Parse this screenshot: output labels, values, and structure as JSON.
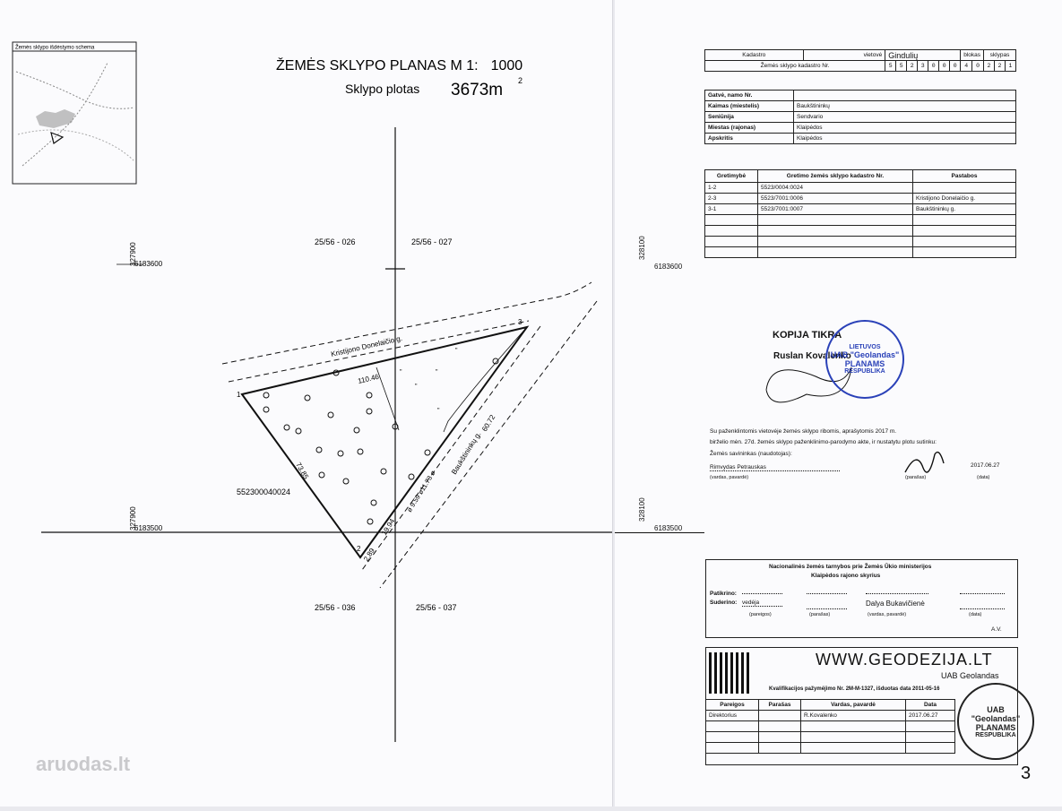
{
  "plan": {
    "title": "ŽEMĖS SKLYPO PLANAS M 1:",
    "scale": "1000",
    "area_label": "Sklypo plotas",
    "area_value": "3673m",
    "area_sup": "2",
    "location_scheme_title": "Žemės sklypo išdėstymo schema",
    "block_labels": [
      "25/56 - 026",
      "25/56 - 027",
      "25/56 - 036",
      "25/56 - 037"
    ],
    "coords": {
      "x_top_left": "6183600",
      "x_top_right": "6183600",
      "x_bottom_left": "6183500",
      "x_bottom_right": "6183500",
      "y_left_top": "327900",
      "y_left_bottom": "327900",
      "y_right_top": "328100",
      "y_right_bottom": "328100"
    },
    "street_1": "Kristijono Donelaičio g.",
    "street_2": "Baukštininkų g.",
    "neighbor_parcel": "552300040024",
    "distances": [
      "110.46",
      "60.72",
      "73.85",
      "19.94",
      "2.89",
      "ø 9.59 ø11.73 ø"
    ],
    "points": [
      "1",
      "2",
      "3"
    ],
    "watermark": "aruodas.lt"
  },
  "header_table": {
    "kadastro_label": "Kadastro",
    "vietove_label": "vietovė",
    "vietove_value": "Gindulių",
    "blokas_label": "blokas",
    "sklypas_label": "sklypas",
    "kad_nr_label": "Žemės sklypo kadastro Nr.",
    "kad_digits": [
      "5",
      "5",
      "2",
      "3",
      "0",
      "0",
      "0",
      "4",
      "0",
      "2",
      "2",
      "1"
    ]
  },
  "address_table": {
    "rows": [
      {
        "label": "Gatvė, namo Nr.",
        "value": ""
      },
      {
        "label": "Kaimas (miestelis)",
        "value": "Baukštininkų"
      },
      {
        "label": "Seniūnija",
        "value": "Sendvario"
      },
      {
        "label": "Miestas (rajonas)",
        "value": "Klaipėdos"
      },
      {
        "label": "Apskritis",
        "value": "Klaipėdos"
      }
    ]
  },
  "neighbors_table": {
    "headers": [
      "Gretimybė",
      "Gretimo žemės sklypo kadastro Nr.",
      "Pastabos"
    ],
    "rows": [
      [
        "1-2",
        "5523/0004:0024",
        ""
      ],
      [
        "2-3",
        "5523/7001:0006",
        "Kristijono Donelaičio g."
      ],
      [
        "3-1",
        "5523/7001:0007",
        "Baukštininkų g."
      ]
    ]
  },
  "certification": {
    "copy_text": "KOPIJA TIKRA",
    "name": "Ruslan Kovalenko",
    "stamp_top": "LIETUVOS",
    "stamp_middle": "UAB \"Geolandas\"",
    "stamp_line3": "PLANAMS",
    "stamp_bottom": "RESPUBLIKA"
  },
  "owner_block": {
    "line1": "Su paženklintomis vietovėje žemės sklypo ribomis, aprašytomis 2017 m.",
    "line2": "birželio mėn. 27d. žemės sklypo paženklinimo-parodymo akte, ir nustatytu plotu sutinku:",
    "line3": "Žemės savininkas (naudotojas):",
    "owner_name": "Rimvydas Petrauskas",
    "owner_caption": "(vardas, pavardė)",
    "sign_caption": "(parašas)",
    "date": "2017.06.27",
    "date_caption": "(data)"
  },
  "nzt_block": {
    "title1": "Nacionalinės žemės tarnybos prie Žemės Ūkio ministerijos",
    "title2": "Klaipėdos rajono skyrius",
    "patikrino": "Patikrino:",
    "suderino": "Suderino:",
    "role": "vedėja",
    "person": "Dalya Bukavičienė",
    "captions": [
      "(pareigos)",
      "(parašas)",
      "(vardas, pavardė)",
      "(data)"
    ],
    "av": "A.V."
  },
  "company_block": {
    "website": "WWW.GEODEZIJA.LT",
    "company": "UAB Geolandas",
    "qualification": "Kvalifikacijos pažymėjimo Nr. 2M-M-1327, išduotas data 2011-05-16",
    "headers": [
      "Pareigos",
      "Parašas",
      "Vardas, pavardė",
      "Data"
    ],
    "rows": [
      [
        "Direktorius",
        "",
        "R.Kovalenko",
        "2017.06.27"
      ]
    ],
    "stamp_line1": "UAB",
    "stamp_line2": "\"Geolandas\"",
    "stamp_line3": "PLANAMS",
    "stamp_bottom": "RESPUBLIKA",
    "page_number": "3"
  },
  "colors": {
    "stamp_blue": "#2a41b8",
    "ink": "#111111",
    "paper": "#fbfbfd"
  }
}
